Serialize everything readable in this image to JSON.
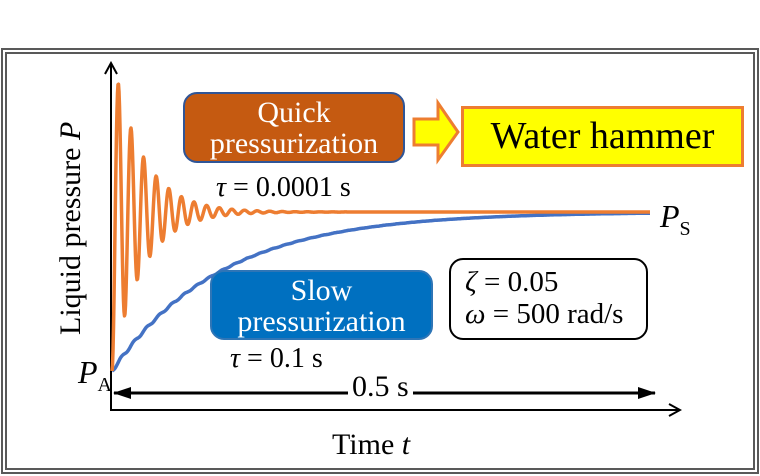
{
  "figure": {
    "y_axis_label_text": "Liquid pressure ",
    "y_axis_label_var": "P",
    "x_axis_label_text": "Time ",
    "x_axis_label_var": "t",
    "ps_label_main": "P",
    "ps_label_sub": "S",
    "pa_label_main": "P",
    "pa_label_sub": "A",
    "time_span_label": "0.5 s"
  },
  "quick": {
    "line1": "Quick",
    "line2": "pressurization",
    "tau_symbol": "τ",
    "tau_value": " = 0.0001 s",
    "color": "#ed7d31",
    "box_color": "#c55a11"
  },
  "slow": {
    "line1": "Slow",
    "line2": "pressurization",
    "tau_symbol": "τ",
    "tau_value": " = 0.1 s",
    "color": "#4472c4",
    "box_color": "#0070c0"
  },
  "result": {
    "label": "Water hammer",
    "fill": "#ffff00",
    "border": "#ed7d31"
  },
  "params": {
    "zeta_symbol": "ζ",
    "zeta_value": " = 0.05",
    "omega_symbol": "ω",
    "omega_value": " = 500 rad/s"
  },
  "chart_data": {
    "type": "line",
    "title": "",
    "xlabel": "Time t",
    "ylabel": "Liquid pressure P",
    "x_range_label": "0.5 s",
    "y_start_label": "P_A",
    "y_end_label": "P_S",
    "grid": false,
    "series": [
      {
        "name": "Quick pressurization (τ = 0.0001 s)",
        "color": "#ed7d31",
        "behavior": "underdamped oscillation, ζ = 0.05, ω = 500 rad/s, overshoots to ~1.9× step and decays to P_S",
        "x_normalized": [
          0,
          0.0126,
          0.025,
          0.038,
          0.05,
          0.063,
          0.076,
          0.088,
          0.1,
          0.2,
          0.4,
          0.6,
          0.8,
          1.0
        ],
        "y_normalized": [
          0,
          1.86,
          0.22,
          1.73,
          0.34,
          1.62,
          0.45,
          1.52,
          0.55,
          1.0,
          1.0,
          1.0,
          1.0,
          1.0
        ]
      },
      {
        "name": "Slow pressurization (τ = 0.1 s)",
        "color": "#4472c4",
        "behavior": "first-order exponential rise to P_S with small ripples",
        "x_normalized": [
          0,
          0.1,
          0.2,
          0.3,
          0.4,
          0.5,
          0.6,
          0.7,
          0.8,
          0.9,
          1.0
        ],
        "y_normalized": [
          0,
          0.39,
          0.63,
          0.78,
          0.86,
          0.92,
          0.95,
          0.97,
          0.98,
          0.99,
          1.0
        ]
      }
    ],
    "annotations": [
      "Quick pressurization → Water hammer",
      "ζ = 0.05, ω = 500 rad/s"
    ]
  }
}
